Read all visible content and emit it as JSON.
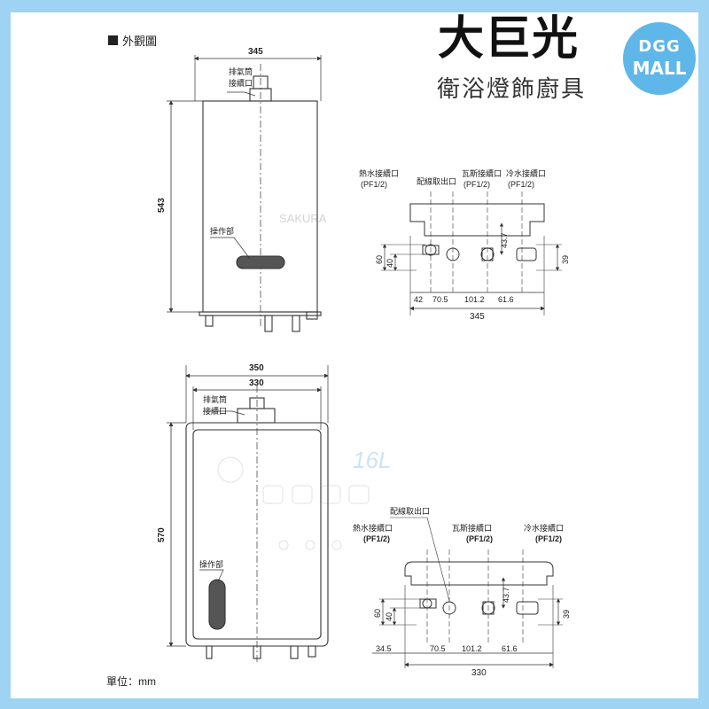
{
  "page": {
    "section_title": "外觀圖",
    "unit_label": "單位：mm"
  },
  "brand": {
    "name": "大巨光",
    "subtitle": "衛浴燈飾廚具",
    "logo_line1": "DGG",
    "logo_line2": "MALL",
    "colors": {
      "frame": "#9fd3f3",
      "logo": "#5fb6e8"
    }
  },
  "top_front": {
    "width_label": "345",
    "height_label": "543",
    "exhaust_label_1": "排氣筒",
    "exhaust_label_2": "接續口",
    "operation_label": "操作部",
    "watermark": "SAKURA"
  },
  "top_bottom_view": {
    "hot_water_label": "熱水接續口",
    "hot_water_spec": "(PF1/2)",
    "wiring_label": "配線取出口",
    "gas_label": "瓦斯接續口",
    "gas_spec": "(PF1/2)",
    "cold_water_label": "冷水接續口",
    "cold_water_spec": "(PF1/2)",
    "dim_60": "60",
    "dim_40": "40",
    "dim_39": "39",
    "dim_43_7": "43.7",
    "dim_42": "42",
    "dim_70_5": "70.5",
    "dim_101_2": "101.2",
    "dim_61_6": "61.6",
    "dim_total": "345"
  },
  "bottom_front": {
    "outer_width_label": "350",
    "inner_width_label": "330",
    "height_label": "570",
    "exhaust_label_1": "排氣筒",
    "exhaust_label_2": "接續口",
    "operation_label": "操作部",
    "watermark": "16L"
  },
  "bottom_bottom_view": {
    "wiring_label": "配線取出口",
    "hot_water_label": "熱水接續口",
    "hot_water_spec": "(PF1/2)",
    "gas_label": "瓦斯接續口",
    "gas_spec": "(PF1/2)",
    "cold_water_label": "冷水接續口",
    "cold_water_spec": "(PF1/2)",
    "dim_60": "60",
    "dim_40": "40",
    "dim_39": "39",
    "dim_43_7": "43.7",
    "dim_34_5": "34.5",
    "dim_70_5": "70.5",
    "dim_101_2": "101.2",
    "dim_61_6": "61.6",
    "dim_total": "330"
  }
}
